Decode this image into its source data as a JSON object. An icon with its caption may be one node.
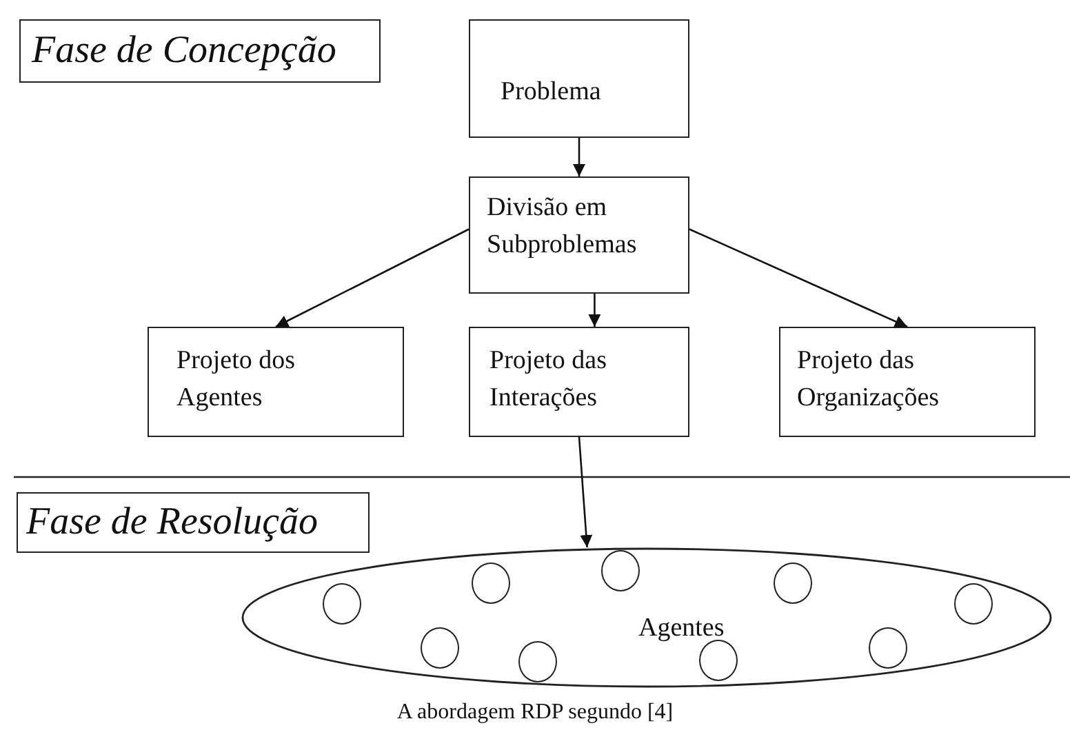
{
  "diagram": {
    "caption": "A abordagem RDP segundo [4]",
    "nodes": [
      {
        "text": [
          "Fase de Concepção"
        ]
      },
      {
        "text": [
          "Problema"
        ]
      },
      {
        "text": [
          "Divisão em Subproblemas"
        ]
      },
      {
        "text": [
          "Projeto dos Agentes"
        ]
      },
      {
        "text": [
          "Projeto das Interações"
        ]
      },
      {
        "text": [
          "Projeto das Organizações"
        ]
      },
      {
        "text": [
          "Fase de Resolução"
        ]
      },
      {
        "text": [
          "Agentes"
        ]
      },
      {
        "text": [],
        "shape": "circle",
        "in": 7
      },
      {
        "text": [],
        "shape": "circle",
        "in": 7
      },
      {
        "text": [],
        "shape": "circle",
        "in": 7
      },
      {
        "text": [],
        "shape": "circle",
        "in": 7
      },
      {
        "text": [],
        "shape": "circle",
        "in": 7
      },
      {
        "text": [],
        "shape": "circle",
        "in": 7
      },
      {
        "text": [],
        "shape": "circle",
        "in": 7
      },
      {
        "text": [],
        "shape": "circle",
        "in": 7
      },
      {
        "text": [],
        "shape": "circle",
        "in": 7
      }
    ],
    "edges": [
      {
        "from": 1,
        "to": 2,
        "arrow": "to"
      },
      {
        "from": 2,
        "to": 3,
        "arrow": "to"
      },
      {
        "from": 2,
        "to": 4,
        "arrow": "to"
      },
      {
        "from": 2,
        "to": 5,
        "arrow": "to"
      },
      {
        "from": 4,
        "to": 7,
        "arrow": "to"
      }
    ]
  }
}
